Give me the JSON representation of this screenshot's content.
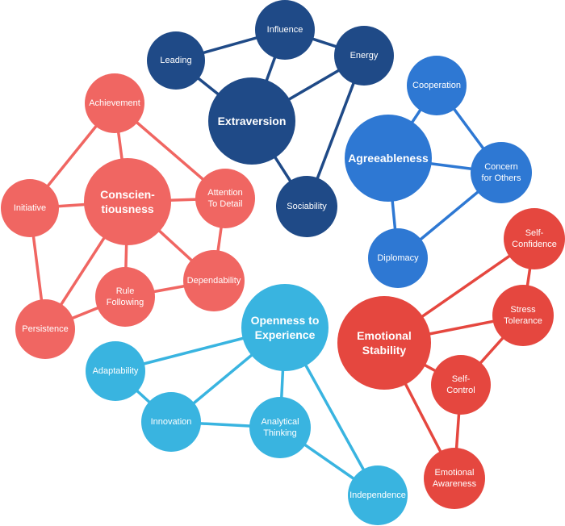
{
  "colors": {
    "extraversion": "#1f4a87",
    "agreeableness": "#2e78d3",
    "conscientiousness": "#f06662",
    "openness": "#39b4e0",
    "emotional_stability": "#e5473f"
  },
  "clusters": [
    {
      "key": "extraversion",
      "color_key": "extraversion",
      "hub": {
        "id": "extraversion",
        "lines": [
          "Extraversion"
        ]
      },
      "nodes": [
        {
          "id": "leading",
          "lines": [
            "Leading"
          ]
        },
        {
          "id": "influence",
          "lines": [
            "Influence"
          ]
        },
        {
          "id": "energy",
          "lines": [
            "Energy"
          ]
        },
        {
          "id": "sociability",
          "lines": [
            "Sociability"
          ]
        }
      ]
    },
    {
      "key": "agreeableness",
      "color_key": "agreeableness",
      "hub": {
        "id": "agreeableness",
        "lines": [
          "Agreeableness"
        ]
      },
      "nodes": [
        {
          "id": "cooperation",
          "lines": [
            "Cooperation"
          ]
        },
        {
          "id": "concern-for-others",
          "lines": [
            "Concern",
            "for Others"
          ]
        },
        {
          "id": "diplomacy",
          "lines": [
            "Diplomacy"
          ]
        }
      ]
    },
    {
      "key": "conscientiousness",
      "color_key": "conscientiousness",
      "hub": {
        "id": "conscientiousness",
        "lines": [
          "Conscien-",
          "tiousness"
        ]
      },
      "nodes": [
        {
          "id": "achievement",
          "lines": [
            "Achievement"
          ]
        },
        {
          "id": "initiative",
          "lines": [
            "Initiative"
          ]
        },
        {
          "id": "attention-to-detail",
          "lines": [
            "Attention",
            "To Detail"
          ]
        },
        {
          "id": "dependability",
          "lines": [
            "Dependability"
          ]
        },
        {
          "id": "rule-following",
          "lines": [
            "Rule",
            "Following"
          ]
        },
        {
          "id": "persistence",
          "lines": [
            "Persistence"
          ]
        }
      ]
    },
    {
      "key": "openness",
      "color_key": "openness",
      "hub": {
        "id": "openness",
        "lines": [
          "Openness to",
          "Experience"
        ]
      },
      "nodes": [
        {
          "id": "adaptability",
          "lines": [
            "Adaptability"
          ]
        },
        {
          "id": "innovation",
          "lines": [
            "Innovation"
          ]
        },
        {
          "id": "analytical-thinking",
          "lines": [
            "Analytical",
            "Thinking"
          ]
        },
        {
          "id": "independence",
          "lines": [
            "Independence"
          ]
        }
      ]
    },
    {
      "key": "emotional_stability",
      "color_key": "emotional_stability",
      "hub": {
        "id": "emotional-stability",
        "lines": [
          "Emotional",
          "Stability"
        ]
      },
      "nodes": [
        {
          "id": "self-confidence",
          "lines": [
            "Self-",
            "Confidence"
          ]
        },
        {
          "id": "stress-tolerance",
          "lines": [
            "Stress",
            "Tolerance"
          ]
        },
        {
          "id": "self-control",
          "lines": [
            "Self-",
            "Control"
          ]
        },
        {
          "id": "emotional-awareness",
          "lines": [
            "Emotional",
            "Awareness"
          ]
        }
      ]
    }
  ],
  "edges": [
    [
      "leading",
      "influence"
    ],
    [
      "influence",
      "energy"
    ],
    [
      "leading",
      "extraversion"
    ],
    [
      "influence",
      "extraversion"
    ],
    [
      "energy",
      "extraversion"
    ],
    [
      "energy",
      "sociability"
    ],
    [
      "extraversion",
      "sociability"
    ],
    [
      "cooperation",
      "agreeableness"
    ],
    [
      "cooperation",
      "concern-for-others"
    ],
    [
      "agreeableness",
      "concern-for-others"
    ],
    [
      "agreeableness",
      "diplomacy"
    ],
    [
      "concern-for-others",
      "diplomacy"
    ],
    [
      "achievement",
      "initiative"
    ],
    [
      "achievement",
      "conscientiousness"
    ],
    [
      "achievement",
      "attention-to-detail"
    ],
    [
      "initiative",
      "conscientiousness"
    ],
    [
      "initiative",
      "persistence"
    ],
    [
      "conscientiousness",
      "attention-to-detail"
    ],
    [
      "conscientiousness",
      "dependability"
    ],
    [
      "conscientiousness",
      "rule-following"
    ],
    [
      "conscientiousness",
      "persistence"
    ],
    [
      "attention-to-detail",
      "dependability"
    ],
    [
      "dependability",
      "rule-following"
    ],
    [
      "rule-following",
      "persistence"
    ],
    [
      "openness",
      "adaptability"
    ],
    [
      "openness",
      "innovation"
    ],
    [
      "openness",
      "analytical-thinking"
    ],
    [
      "openness",
      "independence"
    ],
    [
      "adaptability",
      "innovation"
    ],
    [
      "innovation",
      "analytical-thinking"
    ],
    [
      "analytical-thinking",
      "independence"
    ],
    [
      "emotional-stability",
      "self-confidence"
    ],
    [
      "emotional-stability",
      "stress-tolerance"
    ],
    [
      "emotional-stability",
      "self-control"
    ],
    [
      "emotional-stability",
      "emotional-awareness"
    ],
    [
      "self-confidence",
      "stress-tolerance"
    ],
    [
      "stress-tolerance",
      "self-control"
    ],
    [
      "self-control",
      "emotional-awareness"
    ]
  ]
}
